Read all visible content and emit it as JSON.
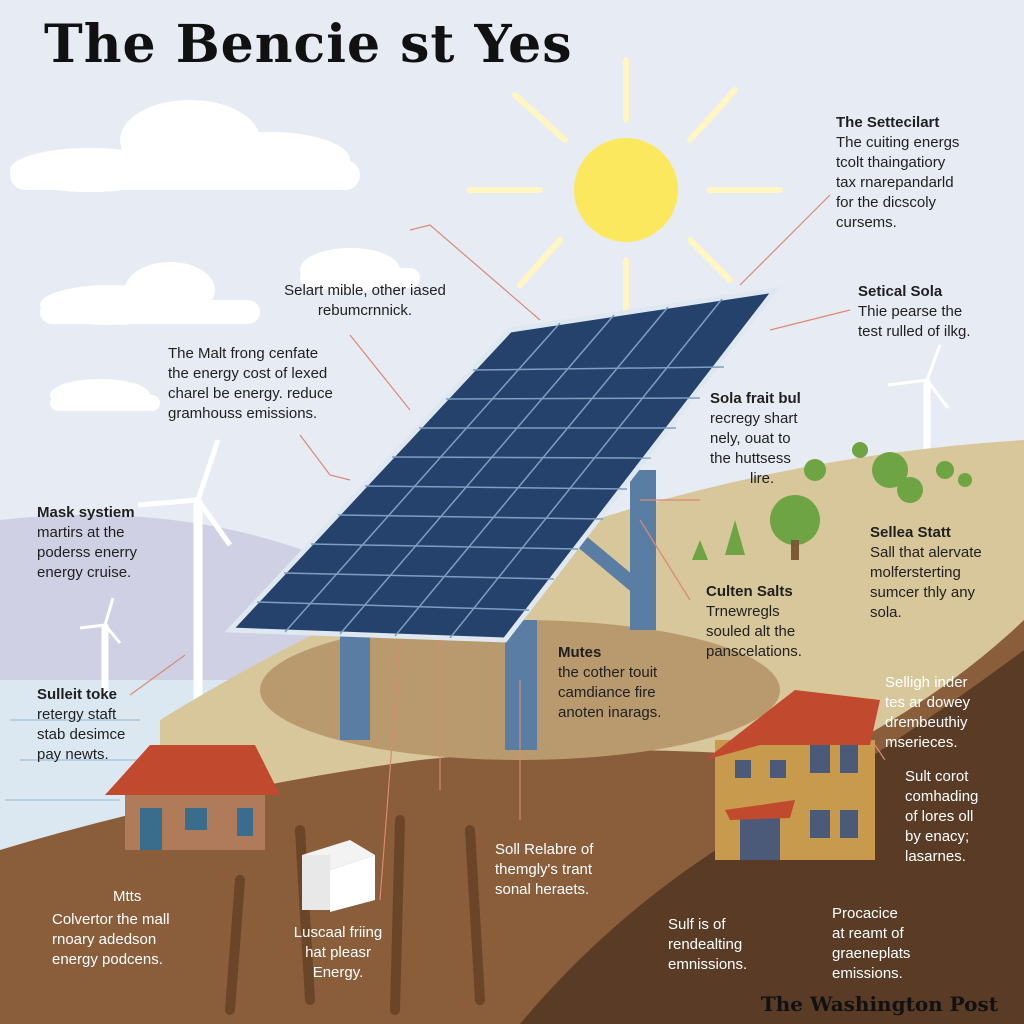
{
  "header": {
    "title": "The Bencie st Yes"
  },
  "footer": {
    "credit": "The Washington Post"
  },
  "callouts": {
    "top_right": {
      "heading": "The Settecilart",
      "lines": [
        "The cuiting energs",
        "tcolt thaingatiory",
        "tax rnarepandarld",
        "for the dicscoly",
        "cursems."
      ]
    },
    "right_mid": {
      "heading": "Setical Sola",
      "lines": [
        "Thie pearse the",
        "test rulled of ilkg."
      ]
    },
    "sky_center": {
      "lines": [
        "Selart mible, other iased",
        "rebumcrnnick."
      ]
    },
    "left_upper": {
      "lines": [
        "The Malt frong cenfate",
        "the energy cost of lexed",
        "charel be energy. reduce",
        "gramhouss emissions."
      ]
    },
    "right_panel": {
      "heading": "Sola frait bul",
      "lines": [
        "recregy shart",
        "nely, ouat to",
        "the huttsess",
        "lire."
      ]
    },
    "left_mid": {
      "heading": "Mask systiem",
      "lines": [
        "martirs at the",
        "poderss enerry",
        "energy cruise."
      ]
    },
    "right_hill": {
      "heading": "Sellea Statt",
      "lines": [
        "Sall that alervate",
        "molfersterting",
        "sumcer thly any",
        "sola."
      ]
    },
    "center_hill": {
      "heading": "Culten Salts",
      "lines": [
        "Trnewregls",
        "souled alt the",
        "panscelations."
      ]
    },
    "mutes": {
      "heading": "Mutes",
      "lines": [
        "the cother touit",
        "camdiance fire",
        "anoten inarags."
      ]
    },
    "left_sea": {
      "heading": "Sulleit toke",
      "lines": [
        "retergy staft",
        "stab desimce",
        "pay newts."
      ]
    },
    "right_house_top": {
      "lines": [
        "Selligh inder",
        "tes ar dowey",
        "drembeuthiy",
        "mserieces."
      ]
    },
    "right_house_mid": {
      "lines": [
        "Sult corot",
        "comhading",
        "of lores oll",
        "by enacy;",
        "lasarnes."
      ]
    },
    "soil_center": {
      "lines": [
        "Soll Relabre of",
        "themgly's trant",
        "sonal heraets."
      ]
    },
    "ground_left": {
      "lines": [
        "Colvertor the mall",
        "rnoary adedson",
        "energy podcens."
      ]
    },
    "ground_left_small": {
      "lines": [
        "Mtts"
      ]
    },
    "box": {
      "lines": [
        "Luscaal friing",
        "hat pleasr",
        "Energy."
      ]
    },
    "soil_right1": {
      "lines": [
        "Sulf is of",
        "rendealting",
        "emnissions."
      ]
    },
    "soil_right2": {
      "lines": [
        "Procacice",
        "at reamt of",
        "graeneplats",
        "emissions."
      ]
    }
  },
  "colors": {
    "sky": "#e7ecf4",
    "sun": "#fbe85e",
    "panel": "#24426b",
    "panel_grid": "#7e9ec3",
    "hill": "#d8c79a",
    "soil": "#8a5d3b",
    "soil_dark": "#5a3b25",
    "roof": "#c0492e",
    "sea": "#dbe8f2",
    "tree": "#6fa445"
  }
}
